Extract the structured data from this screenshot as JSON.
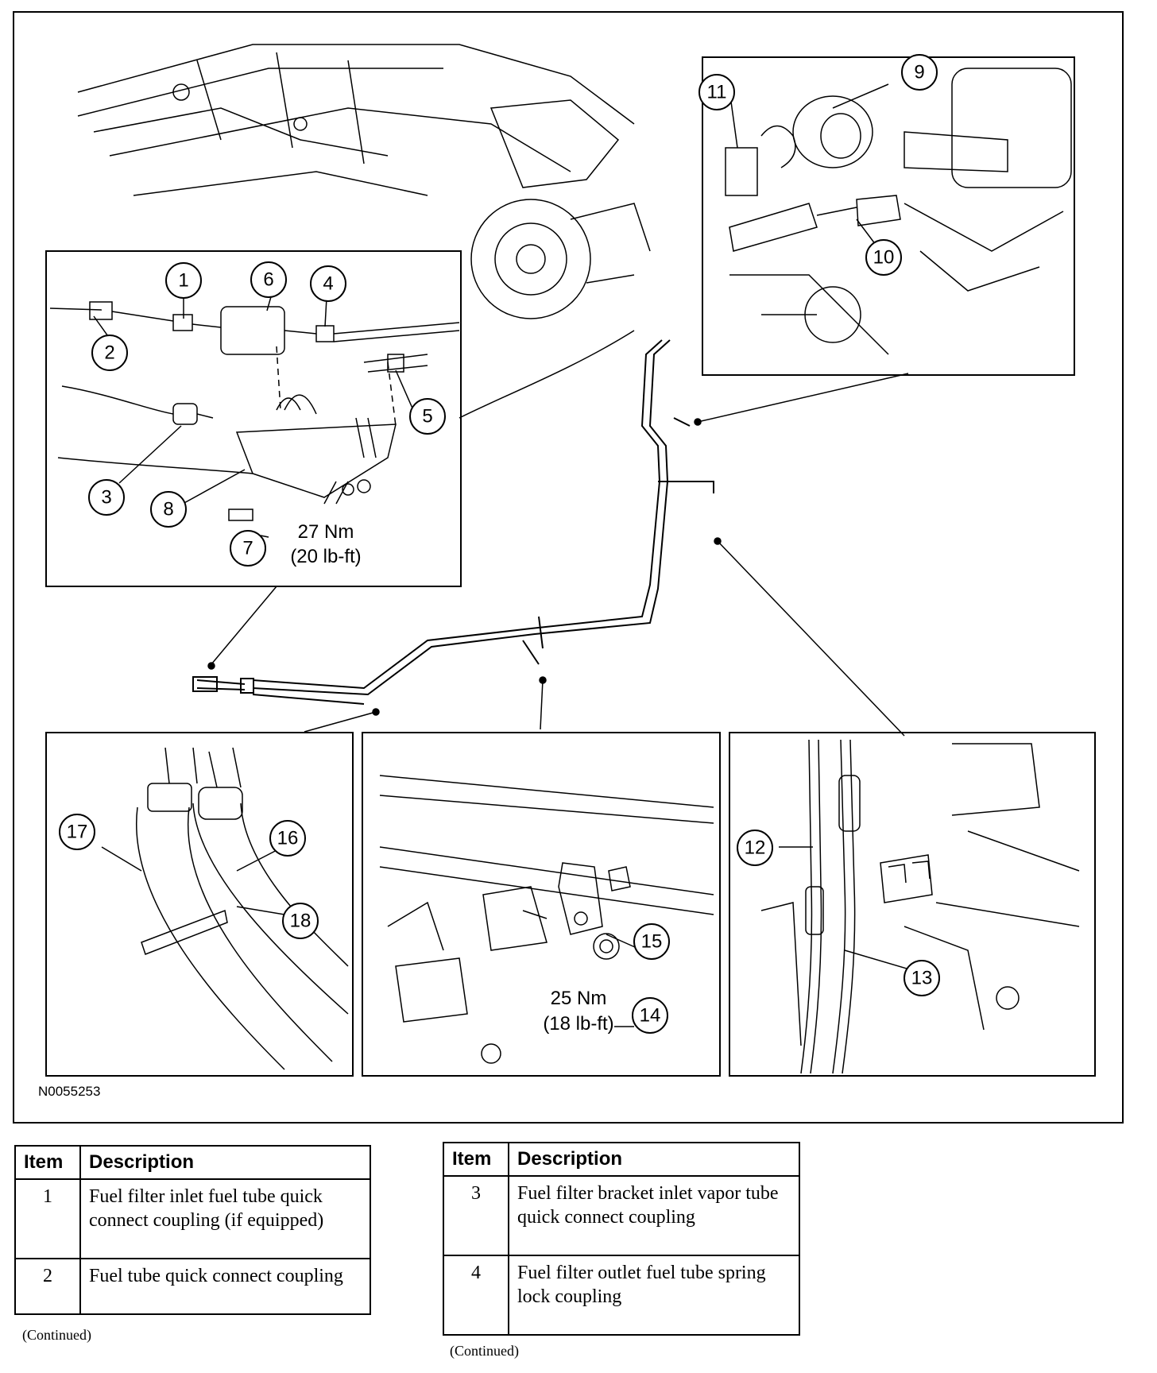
{
  "figure": {
    "figure_id": "N0055253",
    "torque_filter_bracket": {
      "nm": "27 Nm",
      "lbft": "(20 lb-ft)"
    },
    "torque_clip_bolt": {
      "nm": "25 Nm",
      "lbft": "(18 lb-ft)"
    },
    "callouts": [
      "1",
      "2",
      "3",
      "4",
      "5",
      "6",
      "7",
      "8",
      "9",
      "10",
      "11",
      "12",
      "13",
      "14",
      "15",
      "16",
      "17",
      "18"
    ]
  },
  "legend_left": {
    "header_item": "Item",
    "header_desc": "Description",
    "rows": [
      {
        "num": "1",
        "desc": "Fuel filter inlet fuel tube quick connect coupling (if equipped)"
      },
      {
        "num": "2",
        "desc": "Fuel tube quick connect coupling"
      }
    ],
    "continued": "(Continued)"
  },
  "legend_right": {
    "header_item": "Item",
    "header_desc": "Description",
    "rows": [
      {
        "num": "3",
        "desc": "Fuel filter bracket inlet vapor tube quick connect coupling"
      },
      {
        "num": "4",
        "desc": "Fuel filter outlet fuel tube spring lock coupling"
      }
    ],
    "continued": "(Continued)"
  }
}
